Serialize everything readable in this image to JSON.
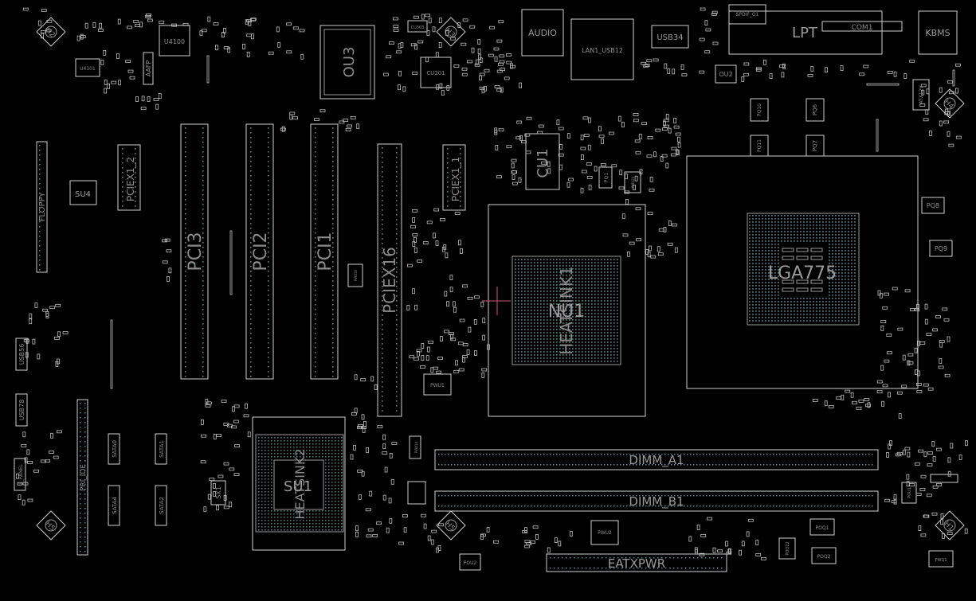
{
  "labels": {
    "h_tl": "H2",
    "h_tc": "H3",
    "h_tr": "H4",
    "h_bl": "H5",
    "h_bc": "H5",
    "h_br": "H1",
    "u4100": "U4100",
    "u4101": "U4101",
    "aafp": "AAFP",
    "ou3": "OU3",
    "cu303": "CU303",
    "cu201": "CU201",
    "audio": "AUDIO",
    "lan": "LAN1_USB12",
    "usb34": "USB34",
    "spdif": "SPDIF_O1",
    "lpt": "LPT",
    "com1": "COM1",
    "kbms": "KBMS",
    "ou2": "OU2",
    "atx12v": "ATX12V",
    "pq10": "PQ10",
    "pq6": "PQ6",
    "pq11": "PQ11",
    "pq7": "PQ7",
    "pq8": "PQ8",
    "pq9": "PQ9",
    "pq1": "PQ1",
    "pwu20": "PWU20",
    "lga": "LGA775",
    "cu1": "CU1",
    "pciex1_2": "PCIEX1_2",
    "pciex1_1": "PCIEX1_1",
    "pci3": "PCI3",
    "pci2": "PCI2",
    "pci1": "PCI1",
    "pciex16": "PCIEX16",
    "floppy": "FLOPPY",
    "su4": "SU4",
    "pwu30": "PWU30",
    "heatsink1": "HEATSINK1",
    "nu1": "NU1",
    "heatsink2": "HEATSINK2",
    "su1": "SU1",
    "pwu1": "PWU1",
    "usb56": "USB56",
    "usb78": "USB78",
    "fpanel": "F_PANEL",
    "pri_ide": "PRI_IDE",
    "sata0": "SATA0",
    "sata1": "SATA1",
    "sata4": "SATA4",
    "sata2": "SATA2",
    "sx1": "SX1",
    "pwu14": "PWU14",
    "dimm_a1": "DIMM_A1",
    "dimm_b1": "DIMM_B1",
    "eatxpwr": "EATXPWR",
    "pwu2": "PWU2",
    "pou2": "POU2",
    "poq1": "POQ1",
    "poq2": "POQ2",
    "poq22": "POQ22",
    "pwq1": "PWQ1",
    "pou1": "POU1"
  },
  "colors": {
    "background": "#000000",
    "outline": "#cfcfcf",
    "pin": "#5f7f88",
    "label": "#9a9a9a"
  }
}
